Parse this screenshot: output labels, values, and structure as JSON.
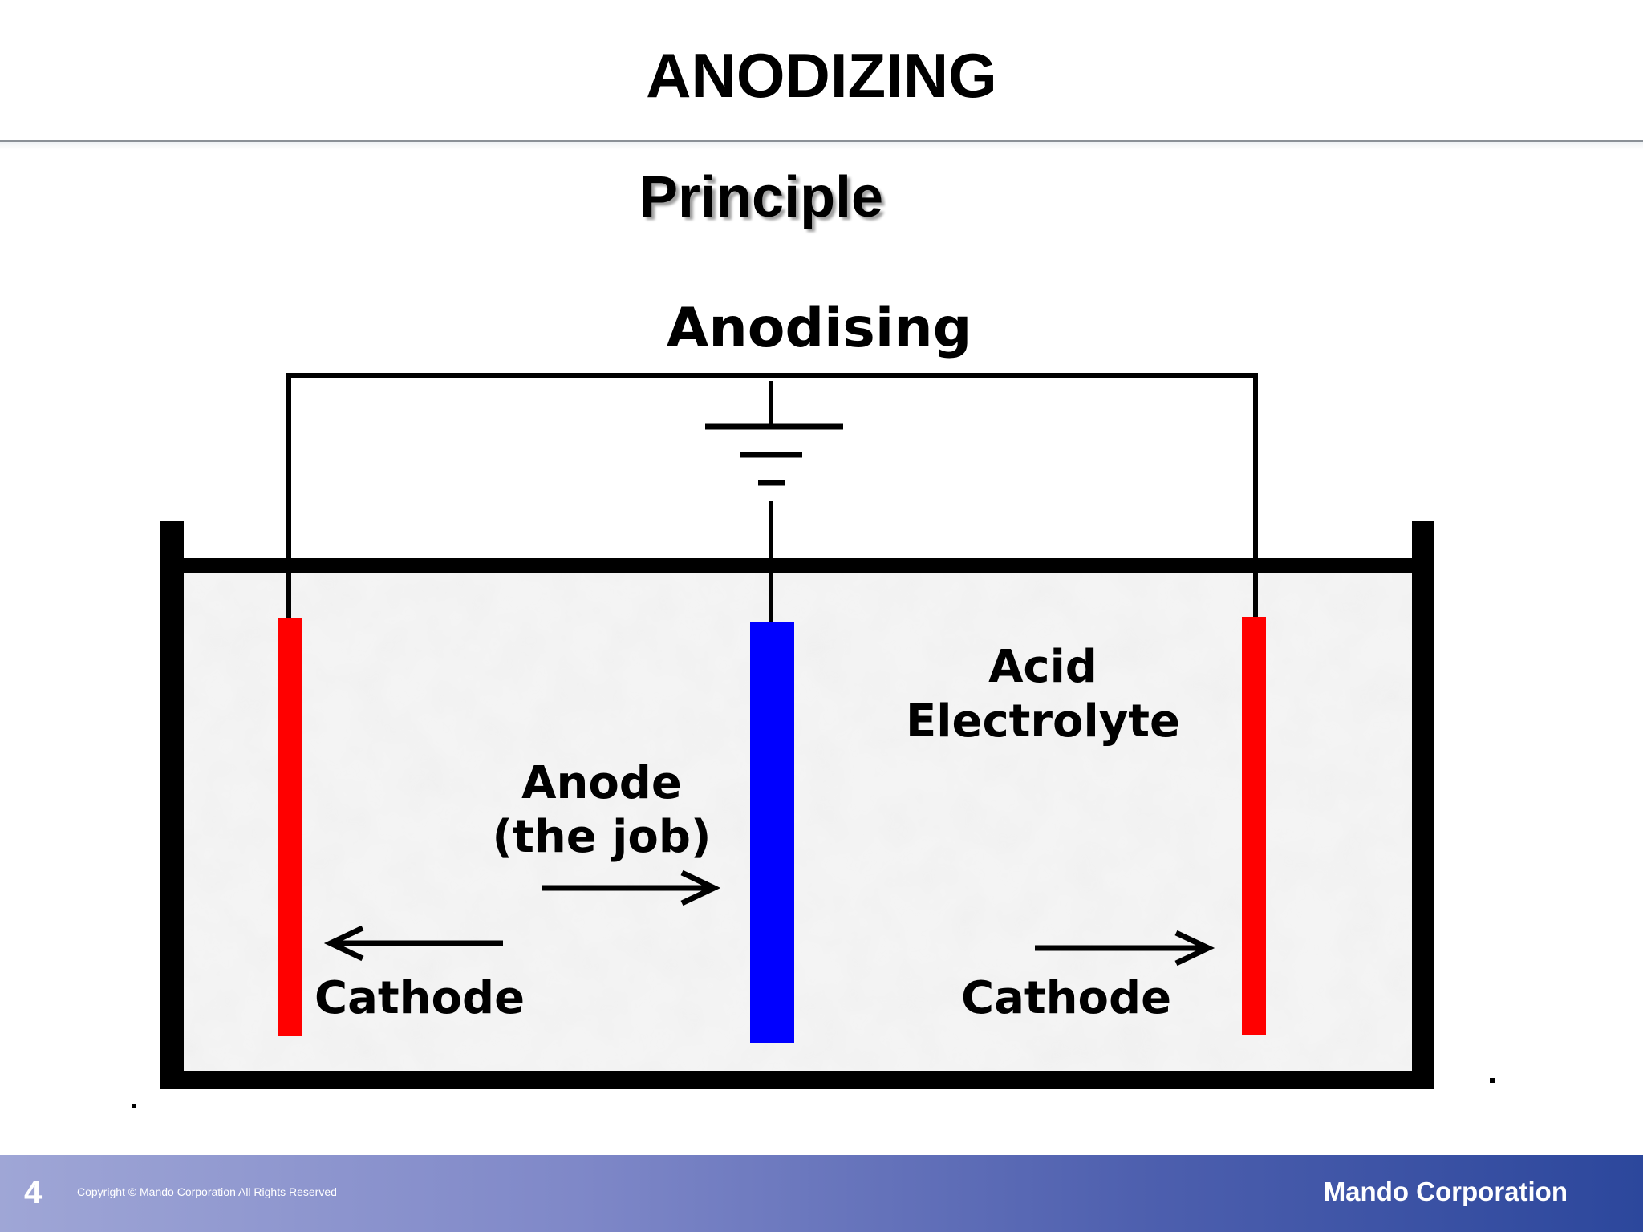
{
  "slide": {
    "title": "ANODIZING",
    "subtitle": "Principle"
  },
  "diagram": {
    "heading": "Anodising",
    "electrolyte_label_line1": "Acid",
    "electrolyte_label_line2": "Electrolyte",
    "anode_label_line1": "Anode",
    "anode_label_line2": "(the job)",
    "cathode_left_label": "Cathode",
    "cathode_right_label": "Cathode",
    "colors": {
      "cathode": "#ff0000",
      "anode": "#0000ff",
      "wire": "#000000",
      "tank": "#000000"
    }
  },
  "footer": {
    "page_number": "4",
    "copyright": "Copyright © Mando Corporation All Rights Reserved",
    "brand": "Mando Corporation"
  }
}
